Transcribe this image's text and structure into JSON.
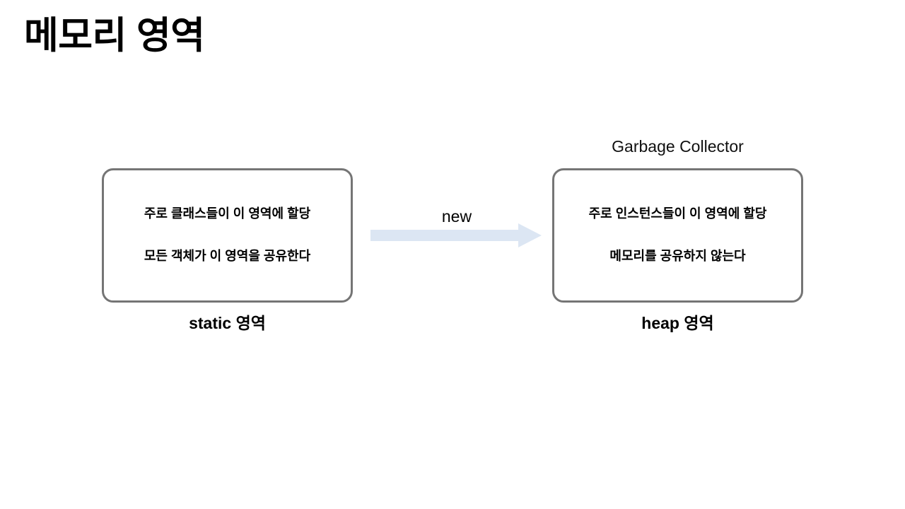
{
  "slide": {
    "title": "메모리 영역",
    "background_color": "#ffffff",
    "title_color": "#000000"
  },
  "diagram": {
    "box_border_color": "#757575",
    "arrow_color": "#dce6f3",
    "left_box": {
      "caption": "static 영역",
      "lines": [
        "주로 클래스들이 이 영역에 할당",
        "모든 객체가 이 영역을 공유한다"
      ]
    },
    "right_box": {
      "header": "Garbage Collector",
      "caption": "heap 영역",
      "lines": [
        "주로 인스턴스들이 이 영역에 할당",
        "메모리를 공유하지 않는다"
      ]
    },
    "arrow": {
      "label": "new",
      "direction": "right"
    }
  }
}
